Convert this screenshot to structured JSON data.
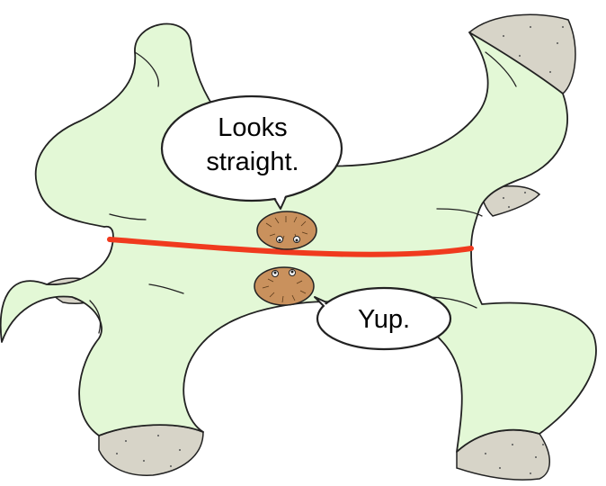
{
  "colors": {
    "surface": "#e3f8d6",
    "outline": "#222222",
    "geodesic": "#f03a1e",
    "creature": "#c9915d",
    "shadow": "#d7d4c8",
    "bubble": "#ffffff"
  },
  "creature_top": {
    "speech_line1": "Looks",
    "speech_line2": "straight."
  },
  "creature_bottom": {
    "speech": "Yup."
  }
}
